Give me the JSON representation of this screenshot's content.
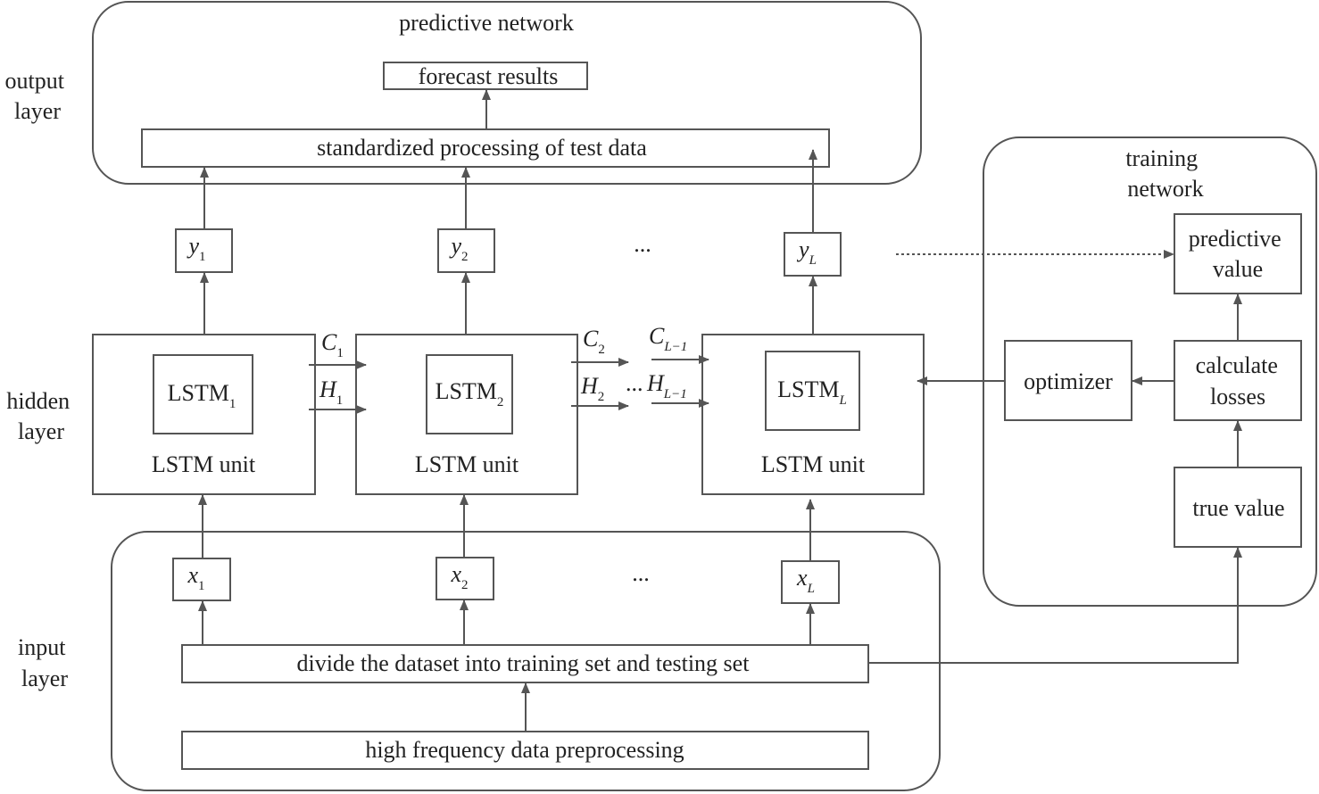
{
  "layers": {
    "output": [
      "output",
      "layer"
    ],
    "hidden": [
      "hidden",
      "layer"
    ],
    "input": [
      "input",
      "layer"
    ]
  },
  "predictive_network": {
    "title": "predictive network",
    "forecast": "forecast results",
    "standardized": "standardized processing of test data"
  },
  "outputs": {
    "y1": {
      "base": "y",
      "sub": "1"
    },
    "y2": {
      "base": "y",
      "sub": "2"
    },
    "yL": {
      "base": "y",
      "sub": "L"
    },
    "ellipsis": "..."
  },
  "hidden": {
    "lstm1": {
      "base": "LSTM",
      "sub": "1"
    },
    "lstm2": {
      "base": "LSTM",
      "sub": "2"
    },
    "lstmL": {
      "base": "LSTM",
      "sub": "L"
    },
    "unit_label": "LSTM unit",
    "c1": {
      "base": "C",
      "sub": "1"
    },
    "h1": {
      "base": "H",
      "sub": "1"
    },
    "c2": {
      "base": "C",
      "sub": "2"
    },
    "h2": {
      "base": "H",
      "sub": "2"
    },
    "cL1": {
      "base": "C",
      "sub": "L−1"
    },
    "hL1": {
      "base": "H",
      "sub": "L−1"
    },
    "ellipsis": "..."
  },
  "inputs": {
    "x1": {
      "base": "x",
      "sub": "1"
    },
    "x2": {
      "base": "x",
      "sub": "2"
    },
    "xL": {
      "base": "x",
      "sub": "L"
    },
    "ellipsis": "...",
    "divide": "divide the dataset into training set and testing set",
    "preprocess": "high frequency data preprocessing"
  },
  "training_network": {
    "title": [
      "training",
      "network"
    ],
    "predictive_value": [
      "predictive",
      "value"
    ],
    "calculate_losses": [
      "calculate",
      "losses"
    ],
    "optimizer": "optimizer",
    "true_value": "true value"
  },
  "colors": {
    "stroke": "#555555",
    "text": "#222222"
  }
}
